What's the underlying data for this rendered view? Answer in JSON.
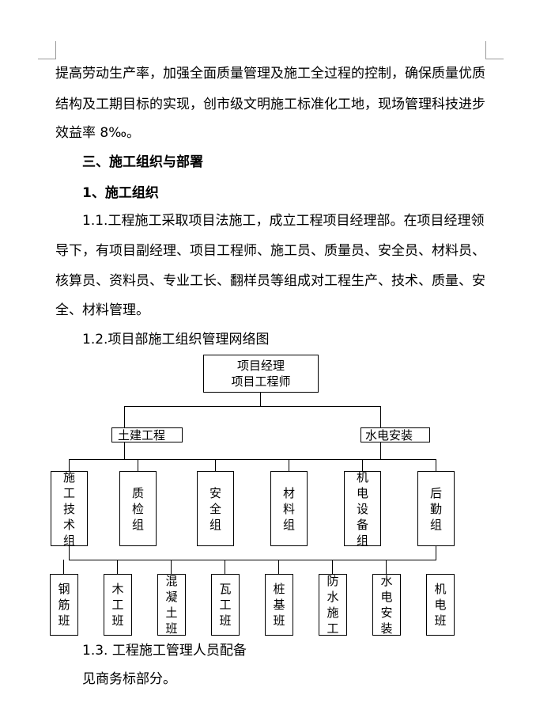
{
  "paragraph_lines": [
    "提高劳动生产率，加强全面质量管理及施工全过程的控制，确保质量优质",
    "结构及工期目标的实现，创市级文明施工标准化工地，现场管理科技进步",
    "效益率 8‰。"
  ],
  "section_heading": "三、施工组织与部署",
  "subheading": "1、施工组织",
  "p11_lines": [
    "1.1.工程施工采取项目法施工，成立工程项目经理部。在项目经理领",
    "导下，有项目副经理、项目工程师、施工员、质量员、安全员、材料员、",
    "核算员、资料员、专业工长、翻样员等组成对工程生产、技术、质量、安",
    "全、材料管理。"
  ],
  "p12": "1.2.项目部施工组织管理网络图",
  "org": {
    "top_line1": "项目经理",
    "top_line2": "项目工程师",
    "left_branch": "土建工程",
    "right_branch": "水电安装",
    "groups": [
      [
        "施",
        "工",
        "技",
        "术",
        "组"
      ],
      [
        "质",
        "检",
        "组"
      ],
      [
        "安",
        "全",
        "组"
      ],
      [
        "材",
        "料",
        "组"
      ],
      [
        "机",
        "电",
        "设",
        "备",
        "组"
      ],
      [
        "后",
        "勤",
        "组"
      ]
    ],
    "teams": [
      [
        "钢",
        "筋",
        "班"
      ],
      [
        "木",
        "工",
        "班"
      ],
      [
        "混",
        "凝",
        "土",
        "班"
      ],
      [
        "瓦",
        "工",
        "班"
      ],
      [
        "桩",
        "基",
        "班"
      ],
      [
        "防",
        "水",
        "施",
        "工"
      ],
      [
        "水",
        "电",
        "安",
        "装"
      ],
      [
        "机",
        "电",
        "班"
      ]
    ]
  },
  "p13": "1.3.  工程施工管理人员配备",
  "p13_body": "见商务标部分。"
}
